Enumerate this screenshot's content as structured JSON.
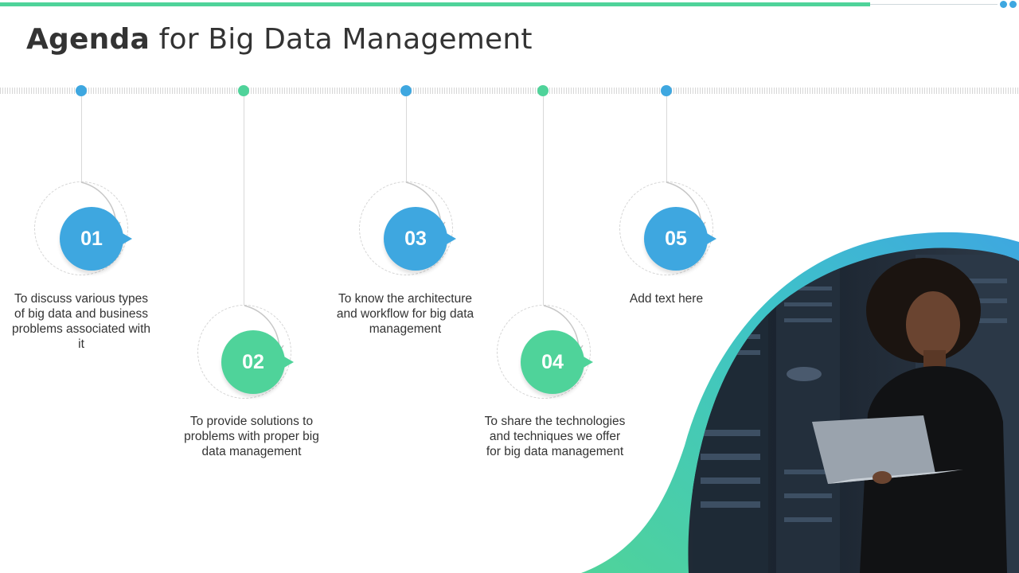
{
  "title": {
    "bold": "Agenda",
    "rest": " for Big Data Management"
  },
  "items": [
    {
      "number": "01",
      "text": "To discuss various types  of big data and business problems associated with it"
    },
    {
      "number": "02",
      "text": "To provide solutions to problems with proper big data management"
    },
    {
      "number": "03",
      "text": "To know the architecture  and workflow for big data management"
    },
    {
      "number": "04",
      "text": "To share the technologies and techniques we offer for big data management"
    },
    {
      "number": "05",
      "text": "Add text here"
    }
  ],
  "colors": {
    "blue": "#3ea7e0",
    "green": "#4fd39a",
    "text": "#333333"
  },
  "image": {
    "description_icon": "woman-with-laptop-in-server-room-photo"
  }
}
